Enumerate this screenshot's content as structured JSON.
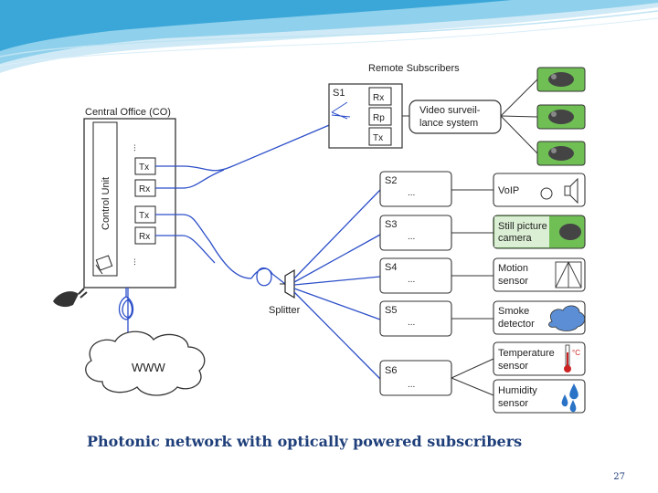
{
  "diagram": {
    "remote_subscribers": "Remote Subscribers",
    "central_office": "Central Office (CO)",
    "control_unit": "Control Unit",
    "co_ports": [
      "Tx",
      "Rx",
      "Tx",
      "Rx"
    ],
    "s1": {
      "label": "S1",
      "ports": [
        "Rx",
        "Rp",
        "Tx"
      ]
    },
    "video_system": [
      "Video surveil-",
      "lance system"
    ],
    "subscribers": [
      "S2",
      "S3",
      "S4",
      "S5",
      "S6"
    ],
    "devices": {
      "voip": [
        "VoIP"
      ],
      "still_camera": [
        "Still picture",
        "camera"
      ],
      "motion": [
        "Motion",
        "sensor"
      ],
      "smoke": [
        "Smoke",
        "detector"
      ],
      "temperature": [
        "Temperature",
        "sensor"
      ],
      "humidity": [
        "Humidity",
        "sensor"
      ]
    },
    "temp_unit": "°C",
    "splitter": "Splitter",
    "www": "WWW",
    "ellipsis": "..."
  },
  "caption": "Photonic network with optically powered subscribers",
  "page_number": "27",
  "colors": {
    "fiber": "#2d4fc9",
    "caption": "#1f3f7a",
    "swoosh": "#3aa7d8",
    "camera_bg": "#6fbf55",
    "smoke_cloud": "#5b8ed4",
    "droplet": "#2a73c7",
    "thermo": "#cc2222"
  }
}
